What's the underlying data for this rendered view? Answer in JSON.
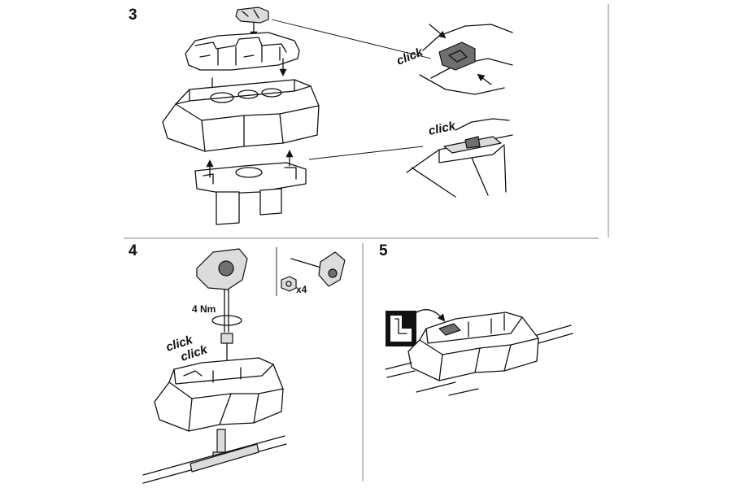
{
  "steps": {
    "step3": {
      "number": "3",
      "click_labels": [
        "click",
        "click"
      ]
    },
    "step4": {
      "number": "4",
      "torque_label": "4 Nm",
      "click_labels": [
        "click",
        "click"
      ],
      "parts_quantity": "x4"
    },
    "step5": {
      "number": "5"
    }
  },
  "colors": {
    "line": "#111111",
    "divider": "#9a9a9a",
    "fill_grey": "#dcdcdc",
    "fill_dark": "#6f6f6f",
    "background": "#ffffff"
  },
  "icons": {
    "arrow": "down-arrow-icon",
    "tool": "torx-key-icon",
    "nut": "hex-nut-icon"
  }
}
